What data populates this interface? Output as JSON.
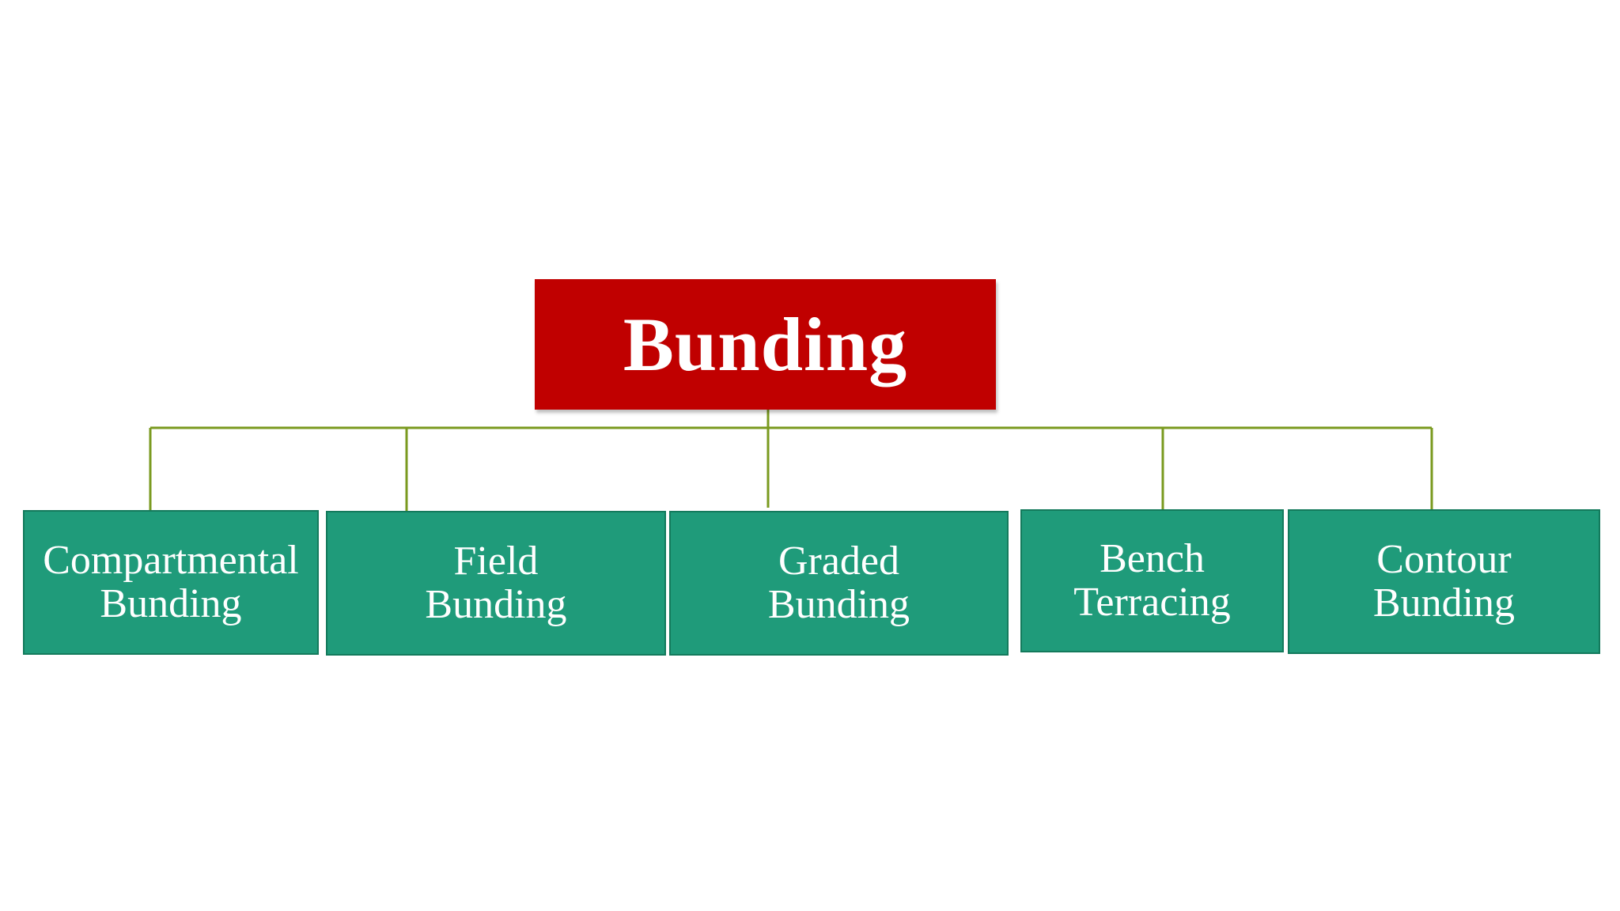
{
  "diagram": {
    "root": {
      "label": "Bunding",
      "color": "#c00000"
    },
    "children": [
      {
        "line1": "Compartmental",
        "line2": "Bunding"
      },
      {
        "line1": "Field",
        "line2": "Bunding"
      },
      {
        "line1": "Graded",
        "line2": "Bunding"
      },
      {
        "line1": "Bench",
        "line2": "Terracing"
      },
      {
        "line1": "Contour",
        "line2": "Bunding"
      }
    ],
    "child_color": "#1f9b7a",
    "connector_color": "#7a9a1f"
  }
}
